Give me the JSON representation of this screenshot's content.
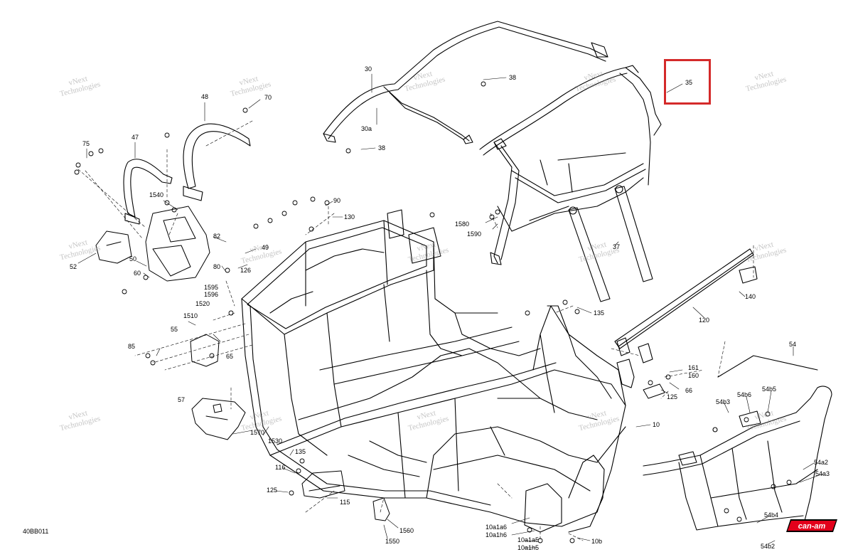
{
  "drawing_code": "40BB011",
  "brand_logo": "can-am",
  "highlight_color": "#d42a2a",
  "watermark": {
    "line1": "vNext",
    "line2": "Technologies"
  },
  "labels": {
    "l30": "30",
    "l30a": "30a",
    "l38a": "38",
    "l38b": "38",
    "l35": "35",
    "l48": "48",
    "l70": "70",
    "l47": "47",
    "l75": "75",
    "l1540": "1540",
    "l90": "90",
    "l130": "130",
    "l82": "82",
    "l49": "49",
    "l50": "50",
    "l52": "52",
    "l60": "60",
    "l80": "80",
    "l126": "126",
    "l1595": "1595",
    "l1596": "1596",
    "l1520": "1520",
    "l1510": "1510",
    "l55": "55",
    "l85": "85",
    "l65": "65",
    "l57": "57",
    "l1570": "1570",
    "l1530": "1530",
    "l135a": "135",
    "l116": "116",
    "l125a": "125",
    "l115": "115",
    "l1560": "1560",
    "l1550": "1550",
    "l1580": "1580",
    "l1590": "1590",
    "l37": "37",
    "l140": "140",
    "l135b": "135",
    "l120": "120",
    "l54": "54",
    "l161": "161",
    "l160": "160",
    "l125b": "125",
    "l66": "66",
    "l54b3": "54b3",
    "l54b6": "54b6",
    "l54b5": "54b5",
    "l10": "10",
    "l54a2": "54a2",
    "l54a3": "54a3",
    "l54b4": "54b4",
    "l54b2": "54b2",
    "l10a1a6": "10a1a6",
    "l10a1h6": "10a1h6",
    "l10a1a5": "10a1a5",
    "l10a1h5": "10a1h5",
    "l10b": "10b"
  }
}
